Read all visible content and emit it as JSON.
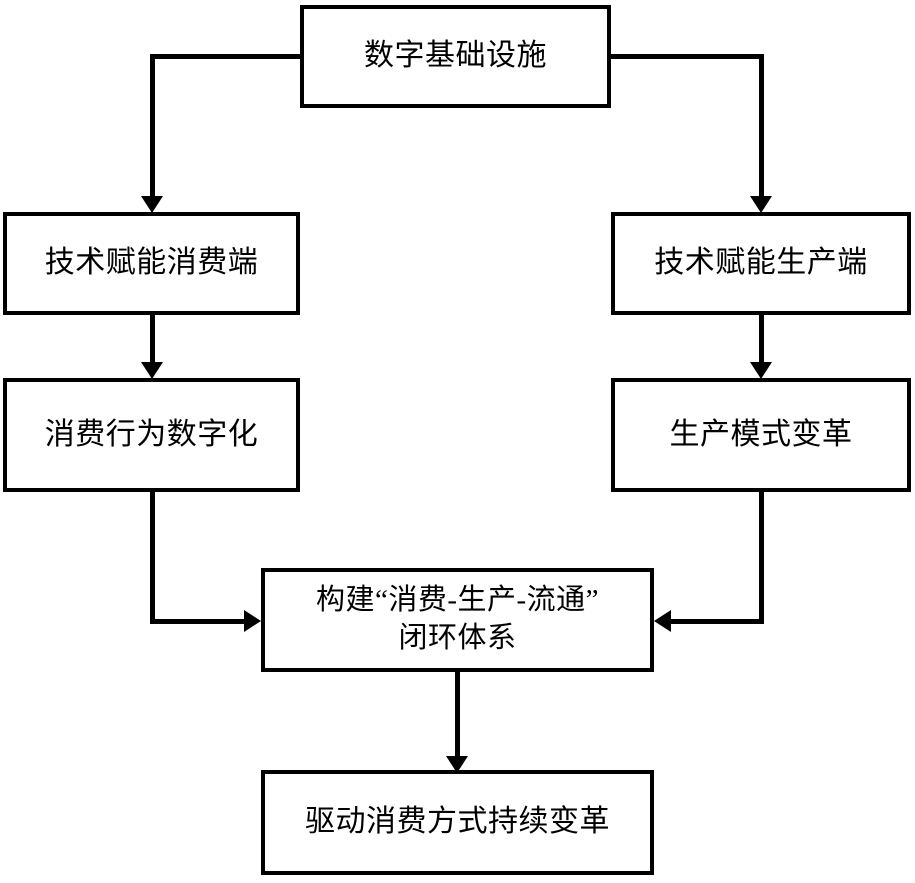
{
  "diagram": {
    "title": "",
    "type": "flowchart",
    "background_color": "#ffffff",
    "line_color": "#000000",
    "text_color": "#000000",
    "nodes": [
      {
        "id": "top",
        "label": "数字基础设施"
      },
      {
        "id": "left_tech",
        "label": "技术赋能消费端"
      },
      {
        "id": "left_beh",
        "label": "消费行为数字化"
      },
      {
        "id": "right_tech",
        "label": "技术赋能生产端"
      },
      {
        "id": "right_mode",
        "label": "生产模式变革"
      },
      {
        "id": "center",
        "label": "构建“消费-生产-流通”\n闭环体系"
      },
      {
        "id": "bottom",
        "label": "驱动消费方式持续变革"
      }
    ],
    "edges": [
      {
        "from": "top",
        "to": "left_tech",
        "style": "orthogonal",
        "arrow": "down"
      },
      {
        "from": "top",
        "to": "right_tech",
        "style": "orthogonal",
        "arrow": "down"
      },
      {
        "from": "left_tech",
        "to": "left_beh",
        "style": "straight",
        "arrow": "down"
      },
      {
        "from": "right_tech",
        "to": "right_mode",
        "style": "straight",
        "arrow": "down"
      },
      {
        "from": "left_beh",
        "to": "center",
        "style": "orthogonal",
        "arrow": "right"
      },
      {
        "from": "right_mode",
        "to": "center",
        "style": "orthogonal",
        "arrow": "left"
      },
      {
        "from": "center",
        "to": "bottom",
        "style": "straight",
        "arrow": "down"
      }
    ]
  }
}
